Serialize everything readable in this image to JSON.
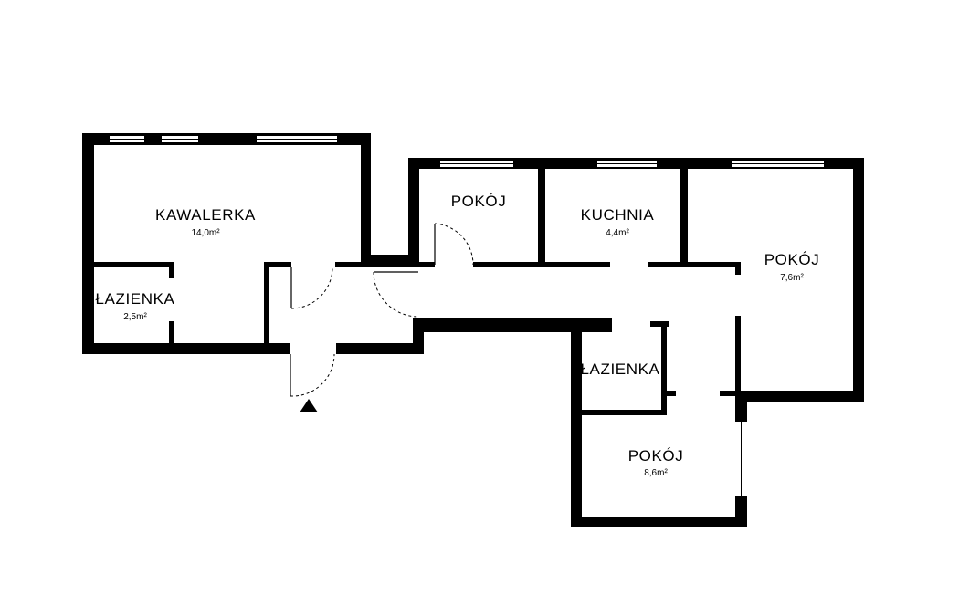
{
  "rooms": {
    "kawalerka": {
      "name": "KAWALERKA",
      "area": "14,0m²"
    },
    "lazienka_left": {
      "name": "ŁAZIENKA",
      "area": "2,5m²"
    },
    "pokoj_small": {
      "name": "POKÓJ",
      "area": ""
    },
    "kuchnia": {
      "name": "KUCHNIA",
      "area": "4,4m²"
    },
    "pokoj_right": {
      "name": "POKÓJ",
      "area": "7,6m²"
    },
    "lazienka_center": {
      "name": "ŁAZIENKA",
      "area": ""
    },
    "pokoj_bottom": {
      "name": "POKÓJ",
      "area": "8,6m²"
    }
  },
  "colors": {
    "wall": "#000000",
    "background": "#ffffff"
  },
  "icons": {
    "entrance": "triangle-entrance-icon"
  }
}
